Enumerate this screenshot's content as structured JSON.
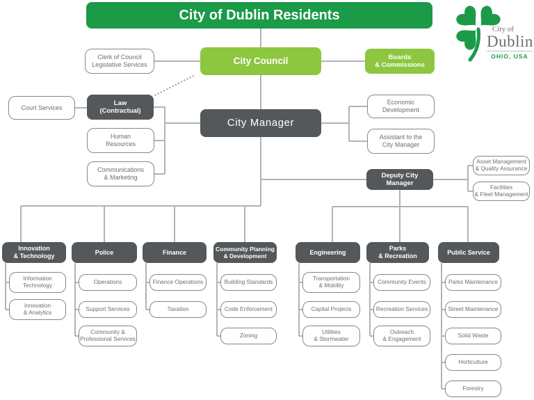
{
  "banner": {
    "title": "City of Dublin Residents"
  },
  "logo": {
    "city_of": "City of",
    "name": "Dublin",
    "region": "OHIO, USA"
  },
  "colors": {
    "dark_green": "#1B9A48",
    "lime_green": "#8DC63F",
    "dark_gray": "#54585A",
    "line_gray": "#B1B3B5",
    "text_gray": "#6D6E71"
  },
  "nodes": {
    "clerk": "Clerk of Council\nLegislative Services",
    "city_council": "City Council",
    "boards": "Boards\n& Commissions",
    "court_services": "Court Services",
    "law": "Law\n(Contractual)",
    "city_manager": "City Manager",
    "human_resources": "Human\nResources",
    "communications": "Communications\n& Marketing",
    "economic_development": "Economic\nDevelopment",
    "assistant": "Assistant to the\nCity Manager",
    "deputy_city_manager": "Deputy City\nManager",
    "asset_management": "Asset Management\n& Quality Assurance",
    "facilities": "Facilities\n& Fleet Management"
  },
  "departments": [
    {
      "name": "Innovation\n& Technology",
      "units": [
        "Information\nTechnology",
        "Innovation\n& Analytics"
      ]
    },
    {
      "name": "Police",
      "units": [
        "Operations",
        "Support Services",
        "Community &\nProfessional Services"
      ]
    },
    {
      "name": "Finance",
      "units": [
        "Finance Operations",
        "Taxation"
      ]
    },
    {
      "name": "Community Planning\n& Development",
      "units": [
        "Building Standards",
        "Code Enforcement",
        "Zoning"
      ]
    },
    {
      "name": "Engineering",
      "units": [
        "Transportation\n& Mobility",
        "Capital Projects",
        "Utilities\n& Stormwater"
      ]
    },
    {
      "name": "Parks\n& Recreation",
      "units": [
        "Community Events",
        "Recreation Services",
        "Outreach\n& Engagement"
      ]
    },
    {
      "name": "Public Service",
      "units": [
        "Parks Maintenance",
        "Street Maintenance",
        "Solid Waste",
        "Horticulture",
        "Forestry"
      ]
    }
  ]
}
